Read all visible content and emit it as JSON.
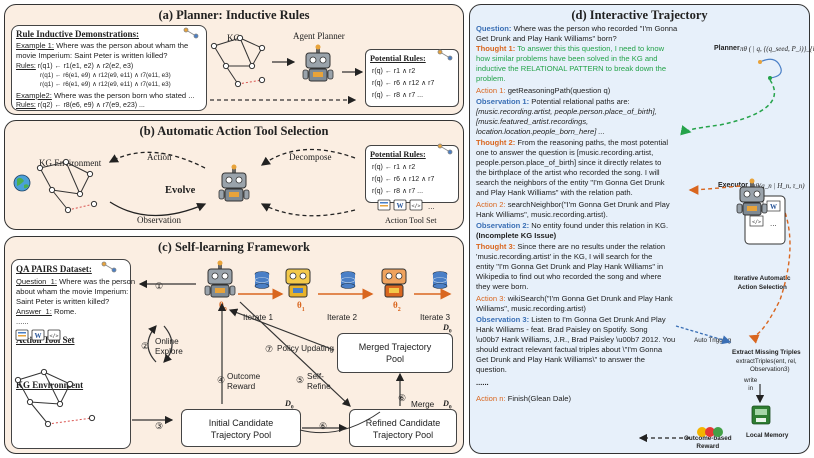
{
  "planner": {
    "title": "(a) Planner: Inductive Rules",
    "demo_heading": "Rule Inductive Demonstrations:",
    "example1_label": "Example 1:",
    "example1_text": "Where was the person about wham the",
    "example1_text2": "movie Imperium: Saint Peter is written killed?",
    "rules_label": "Rules:",
    "rule1": "r(q1) ← r1(e1, e2) ∧ r2(e2, e3)",
    "rule2": "r(q1) ← r6(e1, e9) ∧ r12(e9, e11) ∧ r7(e11, e3)",
    "rule3": "r(q1) ← r6(e1, e9) ∧ r12(e9, e11) ∧ r7(e11, e3)",
    "example2_label": "Example2:",
    "example2_text": "Where was the person born who stated ...",
    "rules2_label": "Rules:",
    "rule4": "r(q2) ← r8(e6, e9) ∧ r7(e9, e23) ...",
    "kg_label": "KG",
    "agent_label": "Agent Planner",
    "potential_title": "Potential Rules:",
    "potential_rules": [
      "r(q) ← r1 ∧ r2",
      "r(q) ← r6 ∧ r12 ∧ r7",
      "r(q) ← r8 ∧ r7 ..."
    ]
  },
  "action_tool": {
    "title": "(b) Automatic Action Tool Selection",
    "kg_env_label": "KG Environment",
    "action_label": "Action",
    "decompose_label": "Decompose",
    "evolve_label": "Evolve",
    "observation_label": "Observation",
    "tool_set_label": "Action Tool Set",
    "potential_title": "Potential Rules:",
    "potential_rules": [
      "r(q) ← r1 ∧ r2",
      "r(q) ← r6 ∧ r12 ∧ r7",
      "r(q) ← r8 ∧ r7 ..."
    ]
  },
  "self_learning": {
    "title": "(c) Self-learning Framework",
    "qa_heading": "QA PAIRS Dataset:",
    "question_label": "Question_1:",
    "question_text": "Where was the person",
    "question_text2": "about wham the movie Imperium:",
    "question_text3": "Saint Peter is written killed?",
    "answer_label": "Answer_1:",
    "answer_text": "Rome.",
    "dots": "......",
    "tool_set_heading": "Action Tool Set",
    "kg_env_heading": "KG Environment",
    "theta0": "θ",
    "theta0_sub": "0",
    "theta1": "θ",
    "theta1_sub": "1",
    "theta2": "θ",
    "theta2_sub": "2",
    "iterate1": "Iterate 1",
    "iterate2": "Iterate 2",
    "iterate3": "Iterate 3",
    "online_explore": "Online\nExplore",
    "outcome_reward": "Outcome\nReward",
    "policy_updating": "Policy Updating",
    "self_refine": "Self-\nRefine",
    "merge": "Merge",
    "merged_pool": "Merged Trajectory\nPool",
    "initial_pool": "Initial Candidate\nTrajectory Pool",
    "refined_pool": "Refined Candidate\nTrajectory Pool",
    "d0": "D",
    "d0_sub": "0",
    "steps": [
      "①",
      "②",
      "③",
      "④",
      "⑤",
      "⑥",
      "⑦"
    ]
  },
  "trajectory": {
    "title": "(d) Interactive Trajectory",
    "question_label": "Question:",
    "question_text": "Where was the person who recorded \"I'm Gonna",
    "question_text2": "Get Drunk and Play Hank Williams\" born?",
    "thought1_label": "Thought 1:",
    "thought1": [
      "To answer this this question, I need to know",
      "how similar problems have been solved in the KG and",
      "inductive the RELATIONAL PATTERN to break down the",
      "problem."
    ],
    "action1_label": "Action 1:",
    "action1": "getReasoningPath(question q)",
    "obs1_label": "Observation 1:",
    "obs1": [
      "Potential relational paths are:",
      "[music.recording.artist, people.person.place_of_birth],",
      "[music.featured_artist.recordings,",
      "location.location.people_born_here] ..."
    ],
    "thought2_label": "Thought 2:",
    "thought2": [
      "From the reasoning paths, the most potential",
      "one to answer the question is [music.recording.artist,",
      "people.person.place_of_birth] since it directly relates to",
      "the birthplace of the artist who recorded the song. I will",
      "search the neighbors of the entity \"I'm Gonna Get Drunk",
      "and Play Hank Williams\" with the relation path."
    ],
    "action2_label": "Action 2:",
    "action2": [
      "searchNeighbor(\"I'm Gonna Get Drunk and Play",
      "Hank Williams\", music.recording.artist)."
    ],
    "obs2_label": "Observation 2:",
    "obs2": "No entity found under this relation in KG.",
    "incomplete": "(Incomplete KG Issue)",
    "thought3_label": "Thought 3:",
    "thought3": [
      "Since there are no results under the relation",
      "'music.recording.artist' in the KG, I will search for the",
      "entity \"I'm Gonna Get Drunk and Play Hank Williams\" in",
      "Wikipedia to find out who recorded the song and where",
      "they were born."
    ],
    "action3_label": "Action 3:",
    "action3": [
      "wikiSearch(\"I'm Gonna Get Drunk and Play Hank",
      "Williams\", music.recording.artist)"
    ],
    "obs3_label": "Observation 3:",
    "obs3": [
      "Listen to I'm Gonna Get Drunk And Play",
      "Hank Williams - feat. Brad Paisley on Spotify. Song",
      "\\u00b7 Hank Williams, J.R., Brad Paisley \\u00b7 2012. You",
      "should extract relevant factual triples about \\\"I'm Gonna",
      "Get Drunk and Play Hank Williams\\\" to answer the",
      "question."
    ],
    "ellipsis": "......",
    "actionn_label": "Action n:",
    "actionn": "Finish(Glean Dale)",
    "planner_label": "Planner",
    "planner_formula": "πθ ( | q, {(q_seed, P_i)}_{i=1}^k )",
    "executor_label": "Executor",
    "executor_formula": "πθ(a_n | H_n, τ_n)",
    "iterative_label": "Iterative Automatic\nAction Selection",
    "auto_trigging": "Auto Trigging",
    "extract_label": "Extract Missing Triples",
    "extract_code": "extractTriples(ent, rel,",
    "extract_code2": "Observation3)",
    "write_in": "write\nin",
    "local_memory": "Local Memory",
    "outcome_reward": "Outcome-based\nReward"
  }
}
